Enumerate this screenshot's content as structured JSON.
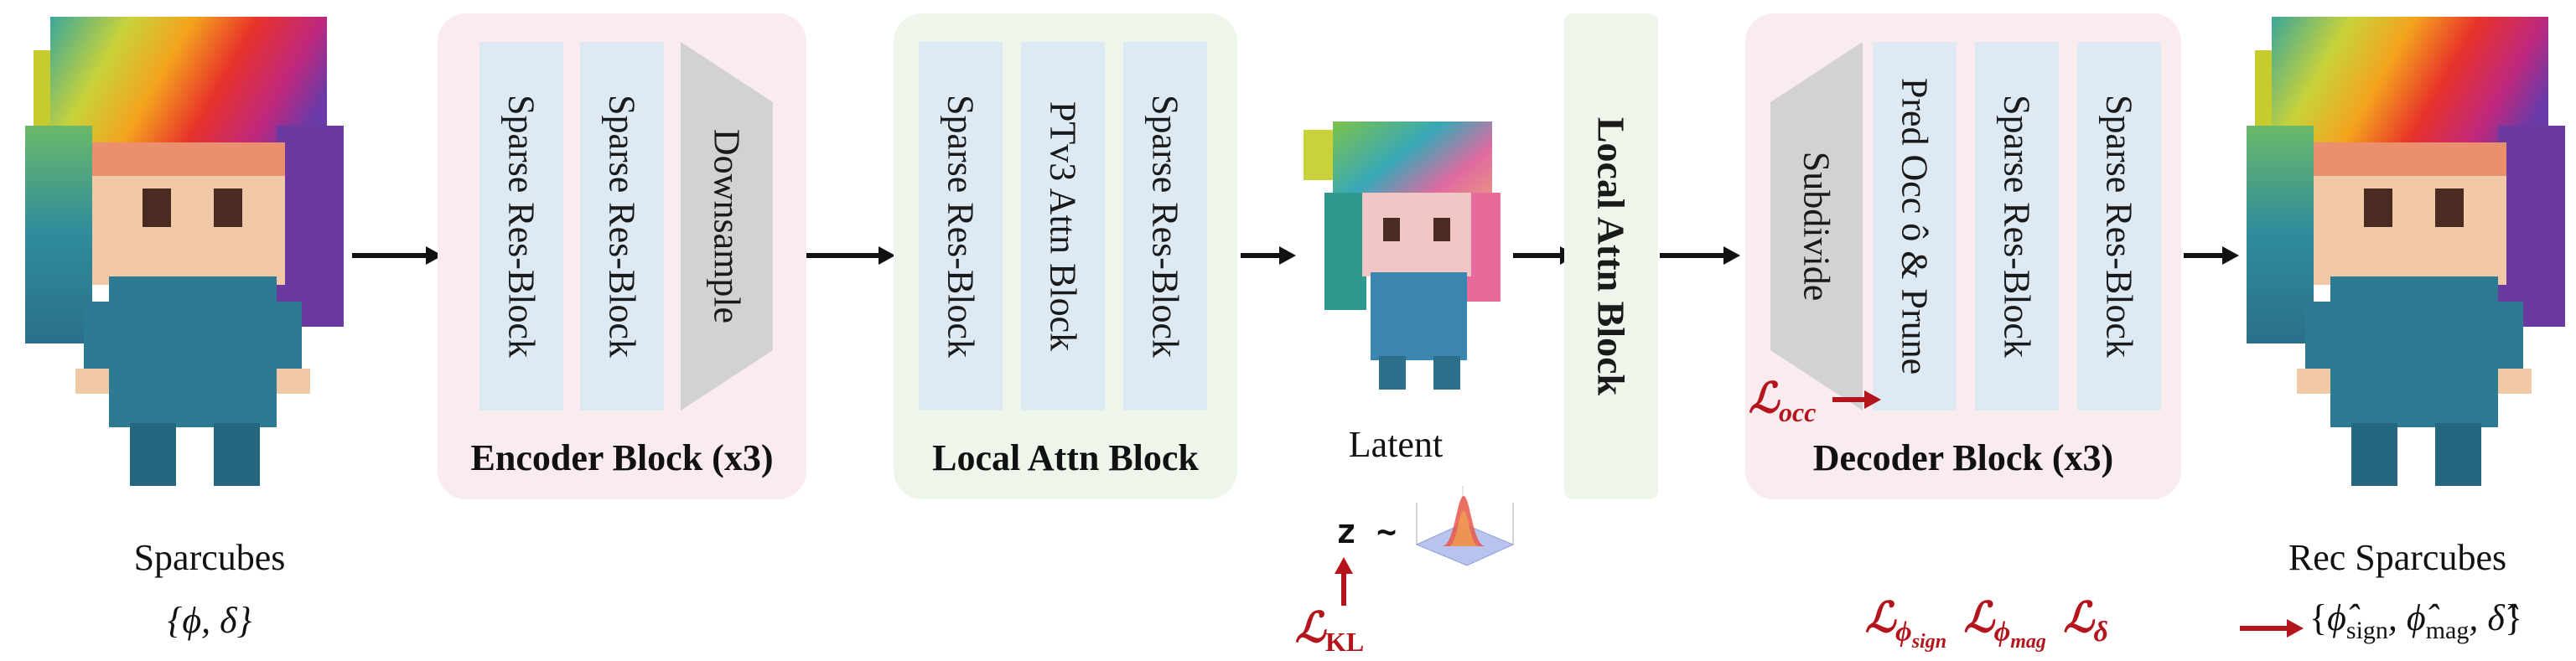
{
  "encoder": {
    "title": "Encoder Block (x3)",
    "layers": [
      "Sparse Res-Block",
      "Sparse Res-Block",
      "Downsample"
    ]
  },
  "local_attn": {
    "title": "Local Attn Block",
    "layers": [
      "Sparse Res-Block",
      "PTv3 Attn Block",
      "Sparse Res-Block"
    ]
  },
  "latent": {
    "label": "Latent",
    "z_prefix": "z ~",
    "kl_loss": "ℒ",
    "kl_loss_sub": "KL"
  },
  "middle_attn": {
    "label": "Local Attn Block"
  },
  "decoder": {
    "title": "Decoder Block (x3)",
    "layers": [
      "Subdivide",
      "Pred Occ ô & Prune",
      "Sparse Res-Block",
      "Sparse Res-Block"
    ],
    "occ_loss": "ℒ",
    "occ_loss_sub": "occ"
  },
  "input": {
    "label": "Sparcubes",
    "formula": "{ϕ, δ}"
  },
  "output": {
    "label": "Rec Sparcubes",
    "losses": [
      {
        "sym": "ℒ",
        "sub": "ϕ",
        "subsub": "sign"
      },
      {
        "sym": "ℒ",
        "sub": "ϕ",
        "subsub": "mag"
      },
      {
        "sym": "ℒ",
        "sub": "δ",
        "subsub": ""
      }
    ],
    "formula_open": "{",
    "phi_hat": "ϕ̂",
    "sign": "sign",
    "mag": "mag",
    "delta_hat": "δ̂",
    "formula_close": "}"
  },
  "colors": {
    "pink_panel": "#f9ebee",
    "green_panel": "#eef6ec",
    "layer_blue": "#dde9f3",
    "sample_gray": "#d2d2d2",
    "loss_red": "#b4141c"
  }
}
